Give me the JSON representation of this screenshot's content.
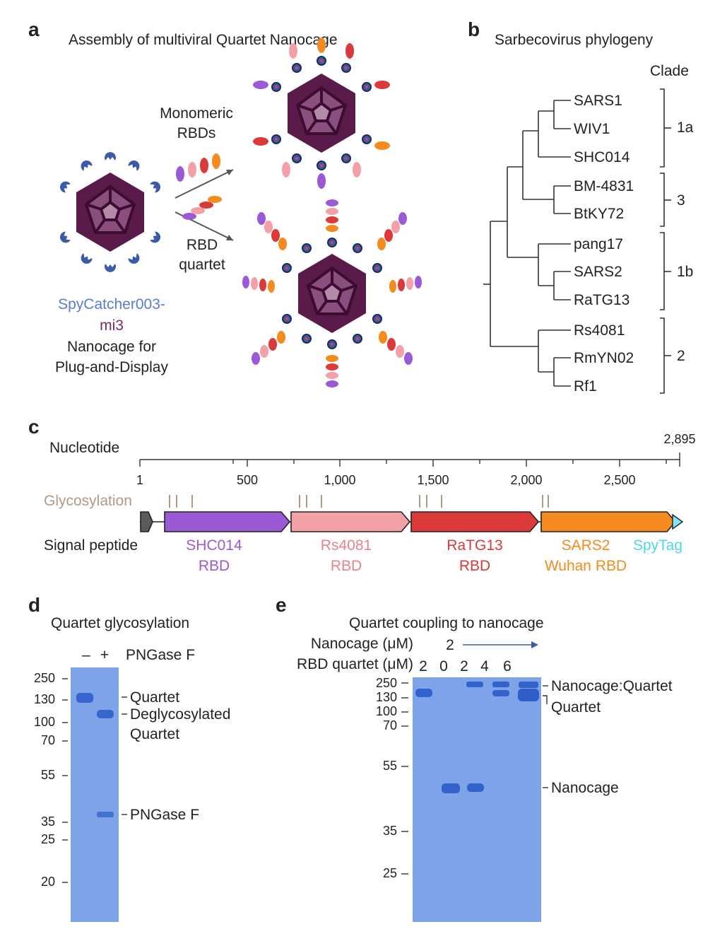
{
  "panel_a": {
    "letter": "a",
    "title": "Assembly of multiviral Quartet Nanocage",
    "monomeric_label_1": "Monomeric",
    "monomeric_label_2": "RBDs",
    "quartet_label_1": "RBD",
    "quartet_label_2": "quartet",
    "spy_label_1": "SpyCatcher003-",
    "spy_label_2": "mi3",
    "nanocage_label_1": "Nanocage for",
    "nanocage_label_2": "Plug-and-Display"
  },
  "panel_b": {
    "letter": "b",
    "title": "Sarbecovirus phylogeny",
    "clade_header": "Clade",
    "taxa": [
      "SARS1",
      "WIV1",
      "SHC014",
      "BM-4831",
      "BtKY72",
      "pang17",
      "SARS2",
      "RaTG13",
      "Rs4081",
      "RmYN02",
      "Rf1"
    ],
    "clades": [
      "1a",
      "3",
      "1b",
      "2"
    ]
  },
  "panel_c": {
    "letter": "c",
    "axis_label": "Nucleotide",
    "axis_max": "2,895",
    "ticks": [
      "1",
      "500",
      "1,000",
      "1,500",
      "2,000",
      "2,500"
    ],
    "glyco_label": "Glycosylation",
    "signal_label": "Signal peptide",
    "segments": [
      {
        "name_1": "SHC014",
        "name_2": "RBD",
        "color": "#9b59d6"
      },
      {
        "name_1": "Rs4081",
        "name_2": "RBD",
        "color": "#f4a0a8"
      },
      {
        "name_1": "RaTG13",
        "name_2": "RBD",
        "color": "#dc3a3a"
      },
      {
        "name_1": "SARS2",
        "name_2": "Wuhan RBD",
        "color": "#f58a1f"
      }
    ],
    "spytag_label": "SpyTag"
  },
  "panel_d": {
    "letter": "d",
    "title": "Quartet glycosylation",
    "lane_minus": "–",
    "lane_plus": "+",
    "enzyme": "PNGase F",
    "markers": [
      "250",
      "130",
      "100",
      "70",
      "55",
      "35",
      "25",
      "20"
    ],
    "band_quartet": "Quartet",
    "band_deglyco_1": "Deglycosylated",
    "band_deglyco_2": "Quartet",
    "band_pngase": "PNGase F"
  },
  "panel_e": {
    "letter": "e",
    "title": "Quartet coupling to nanocage",
    "nanocage_row": "Nanocage (μM)",
    "nanocage_value": "2",
    "quartet_row": "RBD quartet (μM)",
    "lane_values": [
      "2",
      "0",
      "2",
      "4",
      "6"
    ],
    "markers": [
      "250",
      "130",
      "100",
      "70",
      "55",
      "35",
      "25"
    ],
    "band_complex": "Nanocage:Quartet",
    "band_quartet": "Quartet",
    "band_nanocage": "Nanocage"
  },
  "colors": {
    "cage": "#5a1a4a",
    "spycatcher": "#3b5aa8",
    "spy_text": "#5b7bd5",
    "mi3_text": "#7a2a6a",
    "glyco": "#b09a86",
    "gel": "#7fa3e8",
    "band": "#2a5bc9",
    "spytag": "#7fe7f5"
  }
}
